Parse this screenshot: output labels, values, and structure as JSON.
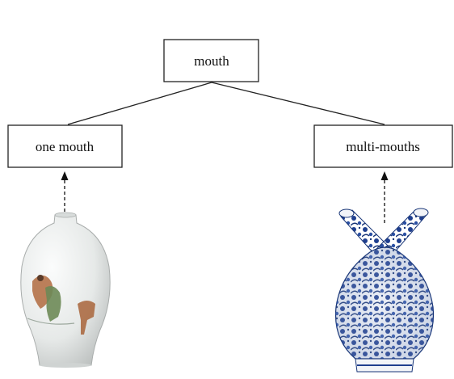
{
  "nodes": {
    "root": {
      "label": "mouth"
    },
    "left": {
      "label": "one mouth"
    },
    "right": {
      "label": "multi-mouths"
    }
  },
  "images": {
    "left": {
      "icon": "meiping-porcelain-vase",
      "colors": [
        "#eef0f0",
        "#c9ccca",
        "#6d8a56",
        "#b06a3e"
      ]
    },
    "right": {
      "icon": "blue-and-white-double-spout-vase",
      "colors": [
        "#1f3f8f",
        "#f2f4f8"
      ]
    }
  }
}
